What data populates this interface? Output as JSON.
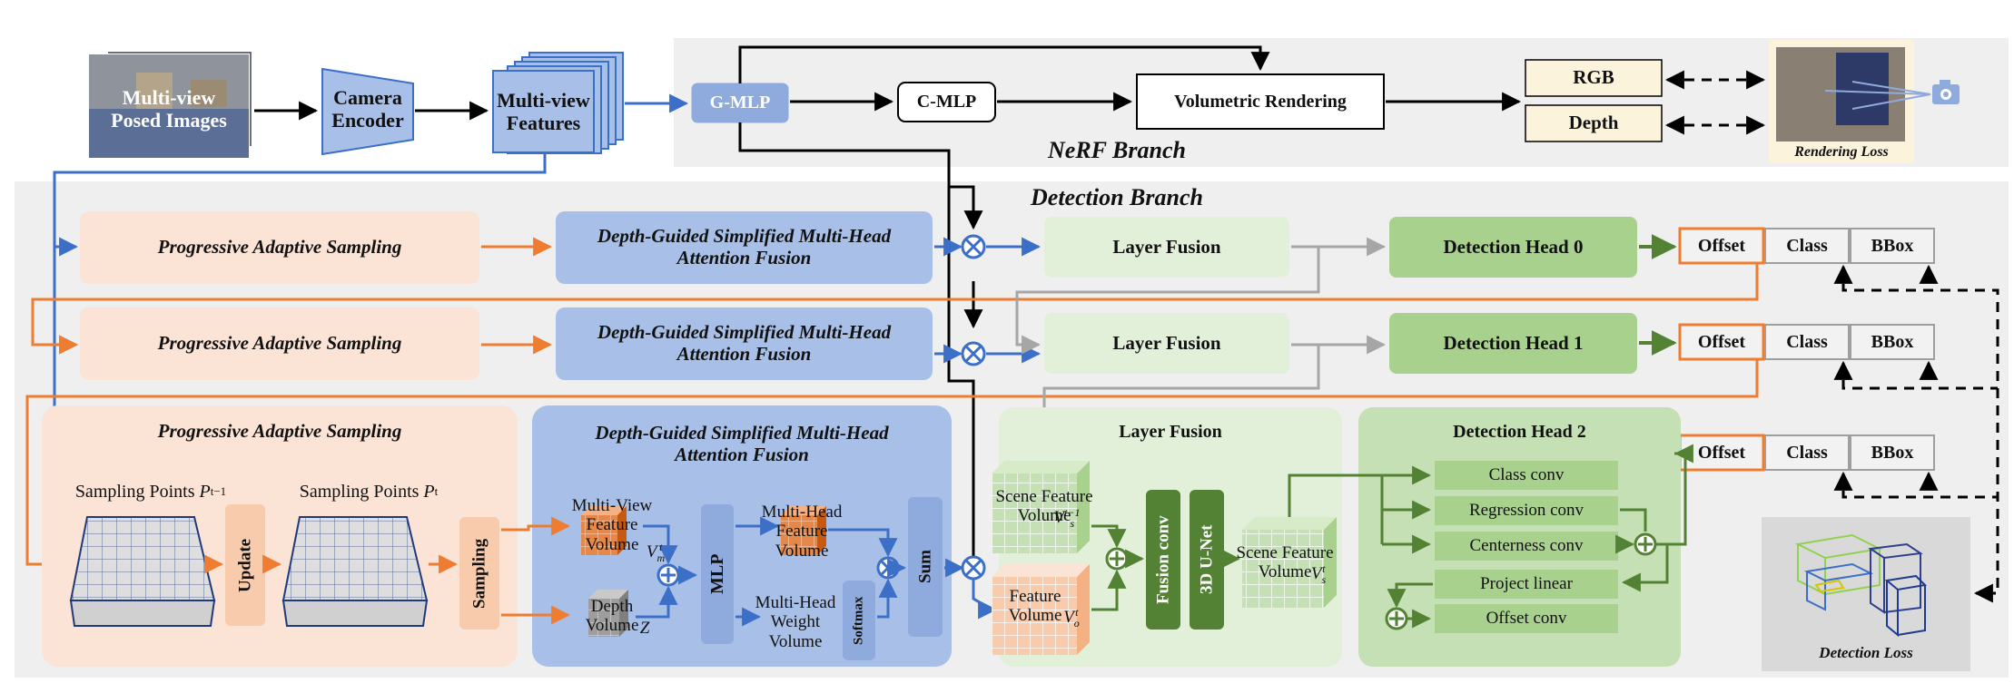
{
  "input": {
    "posed_images": "Multi-view\nPosed Images",
    "camera_encoder": "Camera\nEncoder",
    "features": "Multi-view\nFeatures"
  },
  "nerf": {
    "title": "NeRF Branch",
    "g_mlp": "G-MLP",
    "c_mlp": "C-MLP",
    "volumetric_rendering": "Volumetric Rendering",
    "rgb": "RGB",
    "depth": "Depth",
    "rendering_loss": "Rendering Loss"
  },
  "detection": {
    "title": "Detection Branch",
    "pas": "Progressive Adaptive Sampling",
    "attention": "Depth-Guided Simplified Multi-Head\nAttention Fusion",
    "layer_fusion": "Layer Fusion",
    "head0": "Detection Head 0",
    "head1": "Detection Head 1",
    "head2": "Detection Head 2",
    "offset": "Offset",
    "class": "Class",
    "bbox": "BBox",
    "detection_loss": "Detection Loss"
  },
  "pas_detail": {
    "points_prev": "Sampling Points",
    "points_prev_sym": "P",
    "points_prev_sub": "t−1",
    "points_cur": "Sampling Points",
    "points_cur_sym": "P",
    "points_cur_sub": "t",
    "update": "Update",
    "sampling": "Sampling"
  },
  "attn_detail": {
    "mv_feature": "Multi-View\nFeature\nVolume",
    "mv_sym": "V",
    "mv_sup": "t",
    "mv_sub": "m",
    "depth_volume": "Depth\nVolume",
    "depth_sym": "Z",
    "mlp": "MLP",
    "mh_feature": "Multi-Head\nFeature\nVolume",
    "mh_weight": "Multi-Head\nWeight\nVolume",
    "softmax": "Softmax",
    "sum": "Sum"
  },
  "lf_detail": {
    "scene_prev": "Scene Feature\nVolume",
    "scene_prev_sym": "V",
    "scene_prev_sup": "t−1",
    "scene_prev_sub": "s",
    "feature": "Feature\nVolume",
    "feature_sym": "V",
    "feature_sup": "t",
    "feature_sub": "o",
    "fusion_conv": "Fusion conv",
    "unet": "3D U-Net",
    "scene_cur": "Scene Feature\nVolume",
    "scene_cur_sym": "V",
    "scene_cur_sup": "t",
    "scene_cur_sub": "s"
  },
  "head_detail": {
    "class_conv": "Class conv",
    "regression_conv": "Regression conv",
    "centerness_conv": "Centerness conv",
    "project_linear": "Project linear",
    "offset_conv": "Offset conv"
  },
  "colors": {
    "blue": "#3c6fc8",
    "blue_fill": "#a8c0e8",
    "orange": "#ee7d31",
    "orange_fill": "#fbe3d6",
    "green": "#548235",
    "green_fill": "#c5e0b4",
    "green_light": "#e2f0d9",
    "gray_bg": "#efefef"
  }
}
